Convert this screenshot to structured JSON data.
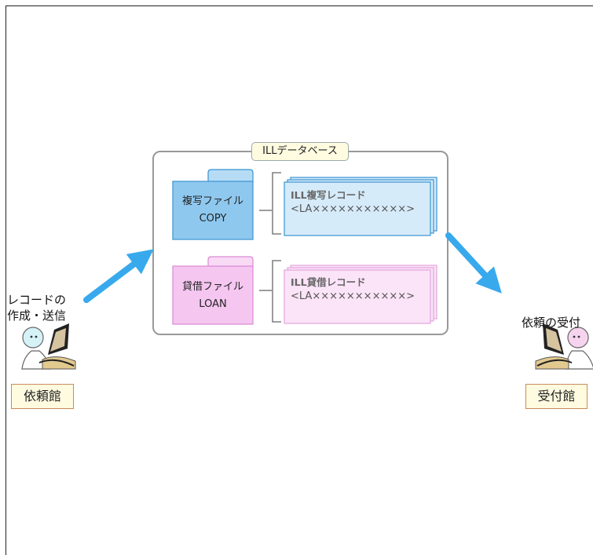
{
  "database": {
    "title": "ILLデータベース"
  },
  "copy_file": {
    "name": "複写ファイル",
    "code": "COPY",
    "color": "#8fc8ef",
    "border": "#3a93d0"
  },
  "loan_file": {
    "name": "貸借ファイル",
    "code": "LOAN",
    "color": "#f4c6f0",
    "border": "#d98ad4"
  },
  "copy_record": {
    "title": "ILL複写レコード",
    "code": "<LA×××××××××××>"
  },
  "loan_record": {
    "title": "ILL貸借レコード",
    "code": "<LA×××××××××××>"
  },
  "requester": {
    "action_line1": "レコードの",
    "action_line2": "作成・送信",
    "library": "依頼館"
  },
  "receiver": {
    "action": "依頼の受付",
    "library": "受付館"
  },
  "colors": {
    "arrow": "#38a9ec",
    "db_border": "#999999"
  },
  "icons": [
    "person-at-computer-icon",
    "person-at-computer-icon"
  ]
}
